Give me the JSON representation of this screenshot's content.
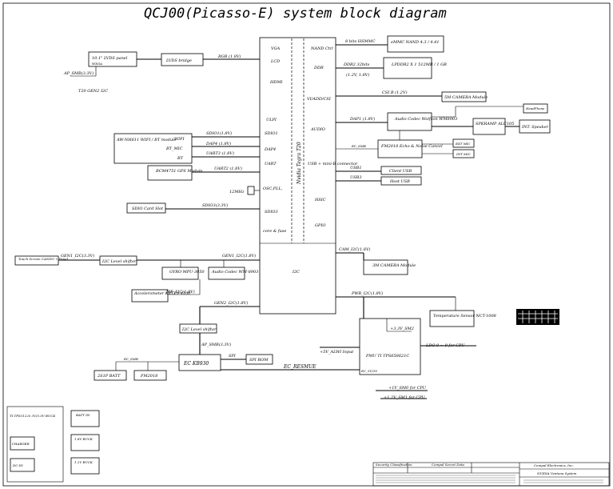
{
  "title": "QCJ00(Picasso-E) system block diagram",
  "cpu": {
    "name": "Nvidia Tegra T20",
    "ports": [
      "VGA",
      "LCD",
      "HDMI",
      "ULPI",
      "SDIO1",
      "DAP4",
      "UART",
      "OSC,PLL,",
      "SDIO3",
      "core & fuse"
    ],
    "right_ports": [
      "NAND Ctrl",
      "DDR",
      "VI/ADD/CSI",
      "AUDIO",
      "USB + mini-B connector",
      "HSIC",
      "GPIO"
    ],
    "i2c": "I2C"
  },
  "left": {
    "lvds_panel": "10.1\" LVDS panel",
    "lvds_panel_sub": "WXGA",
    "lvds_bridge": "LVDS bridge",
    "rgb": "RGB (1.8V)",
    "ap_smb": "AP_SMB(3.3V)",
    "t20_gen": "T20 GEN2 I2C",
    "wifi_module": "AW-NH611 WIFI / BT module",
    "wifi": "WIFI",
    "bt_mic": "BT_MIC",
    "bt": "BT",
    "sdio1": "SDIO1(1.8V)",
    "dap4": "DAP4 (1.8V)",
    "uart3": "UART3 (1.8V)",
    "uart2": "UART2 (1.8V)",
    "gps": "BCM4751 GPS Module",
    "xtal": "12MHz",
    "sd_slot": "SDIO Card Slot",
    "sdio3": "SDIO3(3.3V)",
    "touch": "Touch Screen CANDO + Panel",
    "gen1_i2c_33": "GEN1_I2C(3.3V)",
    "level_shifter1": "I2C Level shifter",
    "gen1_i2c_18": "GEN1_I2C(1.8V)",
    "gyro": "GYRO MPU-3050",
    "audio_codec_small": "Audio Codec WM-8903",
    "accel": "Accelerometer KXTF9-4100",
    "me_i2c": "ME_I2C(1.8V)",
    "gen2_i2c": "GEN2_I2C(1.8V)",
    "level_shifter2": "I2C Level shifter",
    "ap_smb2": "AP_SMB(3.3V)",
    "ec": "EC KB930",
    "spi": "SPI",
    "spi_rom": "SPI ROM",
    "ec_smb": "EC_SMB",
    "batt_2s1p": "2S1P BATT",
    "fm2018_small": "FM2018",
    "ec_resmue": "EC_RESMUE"
  },
  "right": {
    "emmc": "eMMC NAND 4.3 / 4.41",
    "nand_bus": "8 bits HSMMC",
    "lpddr": "LPDDR2 X 1 512MB / 1 GB",
    "ddr_bus": "DDR2 32bits",
    "ddr_volt": "(1.2V, 1.8V)",
    "camera5m": "5M CAMERA Module",
    "csi_bus": "CSI B (1.2V)",
    "audio_codec": "Audio Codec Wolfson WM8903",
    "dap1": "DAP1 (1.8V)",
    "spkramp": "SPKRAMP ALC105",
    "int_speaker": "INT. Speaker",
    "headphone": "HeadPhone",
    "fm2018": "FM2018 Echo & Noise Cancel",
    "ec_smb2": "EC_SMB",
    "ext_mic": "EXT MIC",
    "int_mic": "INT MIC",
    "usb_client": "Client USB",
    "usb_host": "Host USB",
    "usb_a": "USB1",
    "usb_b": "USB3",
    "camera3m": "3M CAMERA Module",
    "cam_i2c": "CAM_I2C(1.8V)",
    "pwr_i2c": "PWR_I2C(1.8V)",
    "temp": "Temperature Sensor NCT-1008",
    "pmu": "PMU TI TPS658621C",
    "alw": "+5V_ALWI Input",
    "v33": "+3.3V_SM2",
    "ldo": "LDO 0 ~ 9 for CPU",
    "sm0": "+1V_SM0 for CPU",
    "sm1": "+1.2V_SM1 for CPU",
    "pmu_sub": "EC_5V/3V"
  },
  "legend": {
    "buck1": "TI TPS51220 3V/5.5V BUCK",
    "batt_in": "BATT IN",
    "charger": "CHARGER",
    "buck18": "1.8V BUCK",
    "buck12": "1.2V BUCK",
    "dcin": "DC-IN"
  },
  "titleblock": {
    "company": "Compal Electronics, Inc.",
    "project": "NVIDIA Ventana System",
    "security": "Security Classification",
    "secret": "Compal Secret Data"
  }
}
